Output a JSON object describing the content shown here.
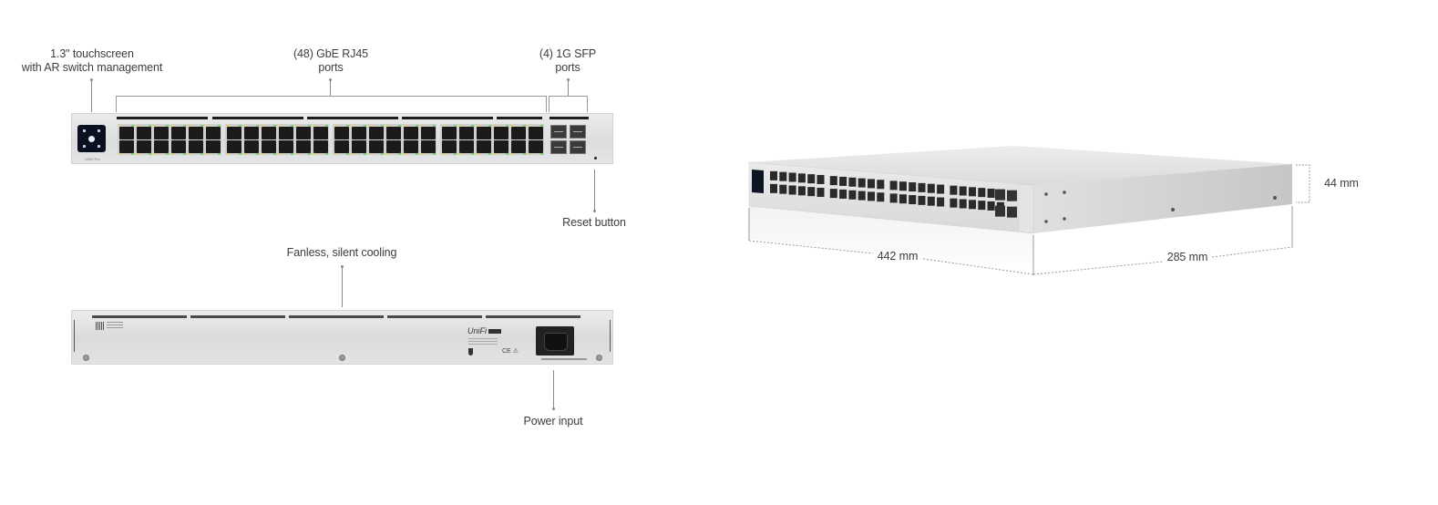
{
  "figure": {
    "front_view": {
      "callouts": {
        "touchscreen": {
          "line1": "1.3\" touchscreen",
          "line2": "with AR switch management"
        },
        "rj45": {
          "line1": "(48) GbE RJ45",
          "line2": "ports"
        },
        "sfp": {
          "line1": "(4) 1G SFP",
          "line2": "ports"
        },
        "reset": {
          "text": "Reset button"
        }
      },
      "rj45_port_count": 48,
      "sfp_port_count": 4,
      "brand_mark": "USW Pro"
    },
    "rear_view": {
      "callouts": {
        "cooling": {
          "text": "Fanless, silent cooling"
        },
        "power": {
          "text": "Power input"
        }
      },
      "logo": "UniFi"
    },
    "perspective_view": {
      "dimensions": {
        "width": "442 mm",
        "depth": "285 mm",
        "height": "44 mm"
      }
    }
  }
}
